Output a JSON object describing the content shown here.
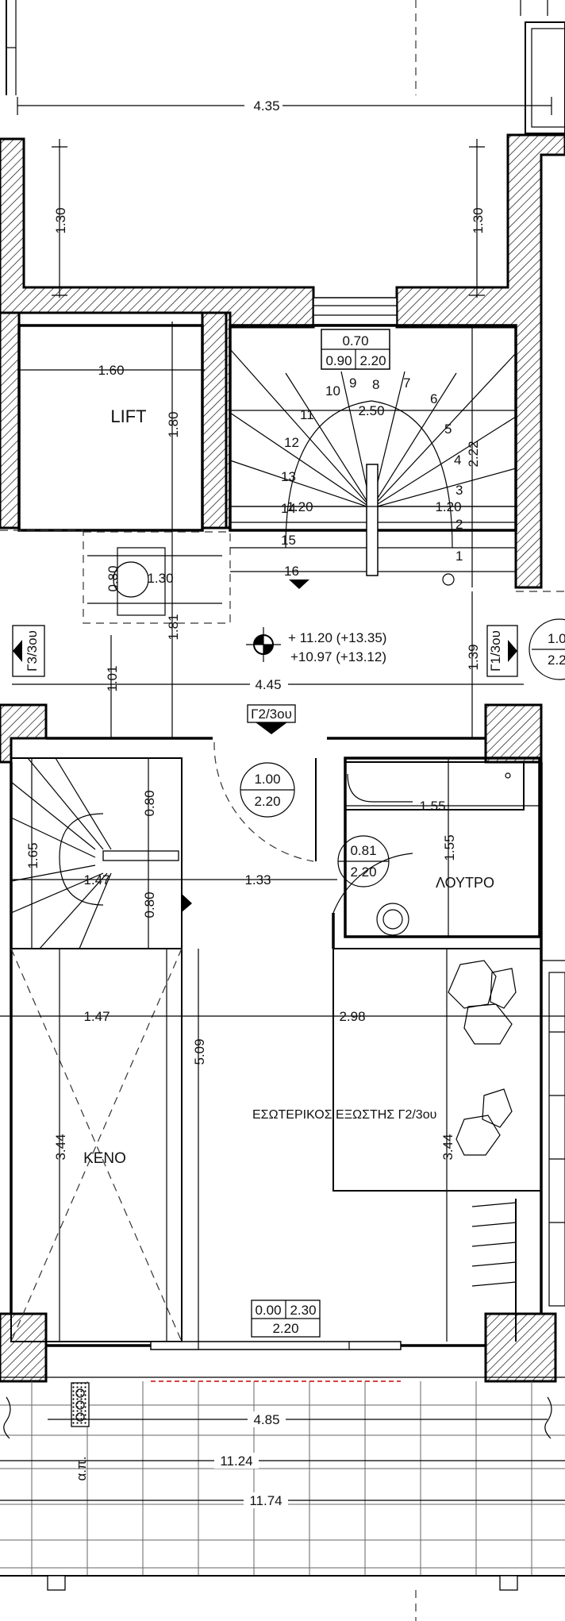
{
  "rooms": {
    "lift": "LIFT",
    "bathroom": "ΛΟΥΤΡΟ",
    "void": "ΚΕΝΟ",
    "balcony": "ΕΣΩΤΕΡΙΚΟΣ ΕΞΩΣΤΗΣ Γ2/3ου"
  },
  "dimensions": {
    "top_width": "4.35",
    "left_well_height": "1.30",
    "right_well_height": "1.30",
    "lift_width": "1.60",
    "lift_height": "1.80",
    "stair_width": "2.50",
    "stair_height": "2.22",
    "stair_landing_left": "1.20",
    "stair_landing_right": "1.20",
    "wheelchair_a": "0.80",
    "wheelchair_b": "1.30",
    "corridor_height": "1.81",
    "left_gap": "1.01",
    "right_gap": "1.39",
    "hall_width": "4.45",
    "small_stair_height": "1.65",
    "small_stair_width": "1.47",
    "small_stair_gap_top": "0.80",
    "small_stair_gap_bottom": "0.80",
    "passage_width": "1.33",
    "bath_width": "1.55",
    "bath_height": "1.55",
    "void_width": "1.47",
    "balcony_width": "2.98",
    "room_height": "5.09",
    "void_height": "3.44",
    "balcony_height": "3.44",
    "facade_inner": "4.85",
    "facade_mid": "11.24",
    "facade_outer": "11.74",
    "ap_label": "α.π."
  },
  "levels": {
    "upper": "+ 11.20 (+13.35)",
    "lower": "+10.97 (+13.12)"
  },
  "tags": {
    "left_section": "Γ3/3ου",
    "right_section": "Γ1/3ου",
    "entry_section": "Γ2/3ου"
  },
  "stair_numbers": [
    "1",
    "2",
    "3",
    "4",
    "5",
    "6",
    "7",
    "8",
    "9",
    "10",
    "11",
    "12",
    "13",
    "14",
    "15",
    "16"
  ],
  "openings": {
    "window_top": {
      "a": "0.70",
      "b": "0.90",
      "c": "2.20"
    },
    "entry_door": {
      "w": "1.00",
      "h": "2.20"
    },
    "bath_door": {
      "w": "0.81",
      "h": "2.20"
    },
    "right_door": {
      "w": "1.0",
      "h": "2.2"
    },
    "balcony_door": {
      "a": "0.00",
      "b": "2.30",
      "c": "2.20"
    }
  }
}
